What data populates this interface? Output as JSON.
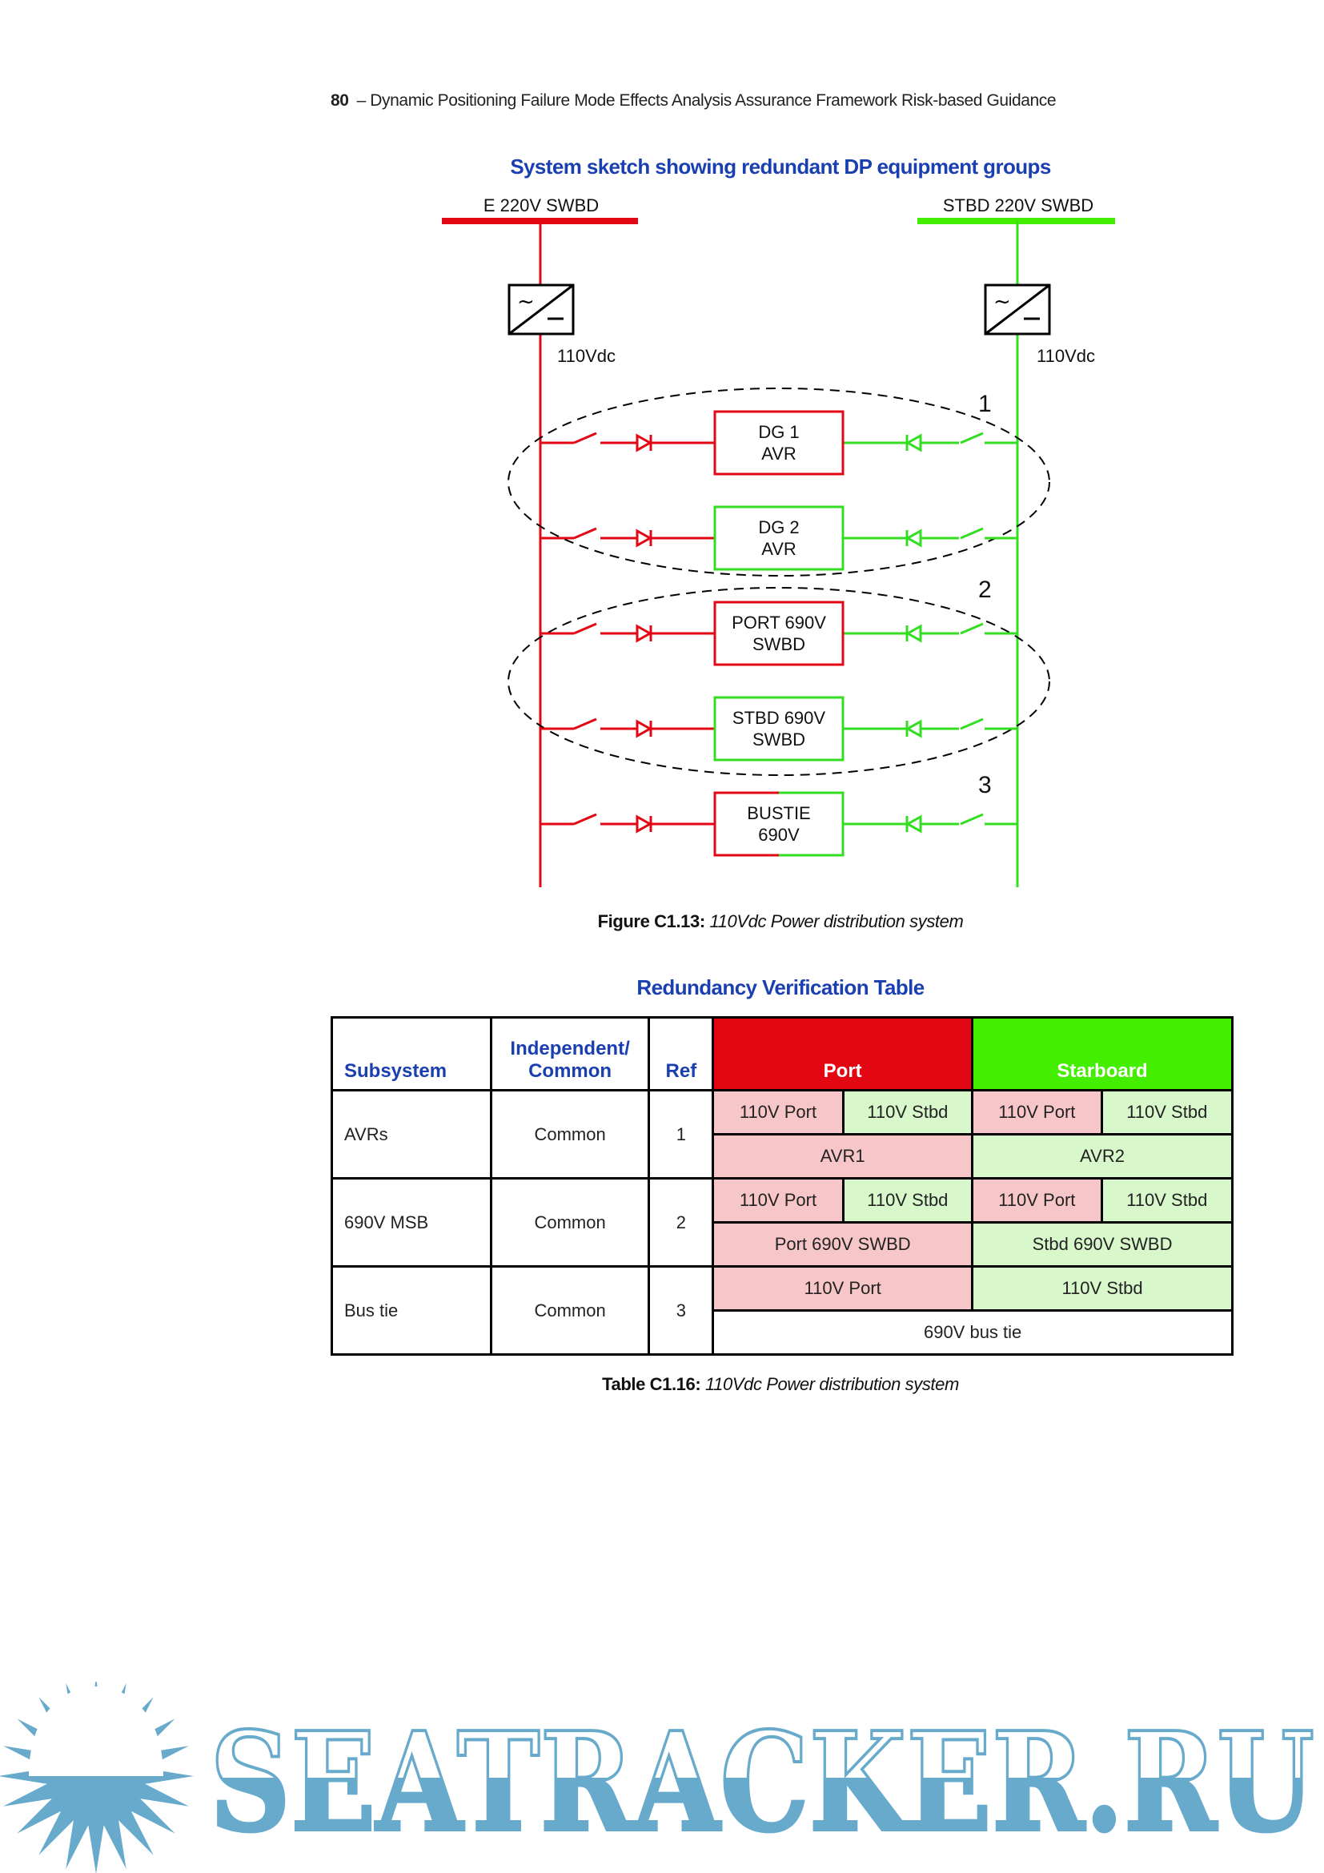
{
  "header": {
    "page_number": "80",
    "separator": "–",
    "title": "Dynamic Positioning Failure Mode Effects Analysis Assurance Framework Risk-based Guidance"
  },
  "figure": {
    "title": "System sketch showing redundant DP equipment groups",
    "left_bus": "E 220V SWBD",
    "right_bus": "STBD 220V SWBD",
    "left_dc": "110Vdc",
    "right_dc": "110Vdc",
    "colors": {
      "port": "#e30613",
      "stbd": "#33dd22"
    },
    "boxes": [
      {
        "line1": "DG 1",
        "line2": "AVR",
        "color": "port"
      },
      {
        "line1": "DG 2",
        "line2": "AVR",
        "color": "stbd"
      },
      {
        "line1": "PORT 690V",
        "line2": "SWBD",
        "color": "port"
      },
      {
        "line1": "STBD 690V",
        "line2": "SWBD",
        "color": "stbd"
      },
      {
        "line1": "BUSTIE",
        "line2": "690V",
        "color": "split"
      }
    ],
    "group_labels": [
      "1",
      "2",
      "3"
    ],
    "caption_label": "Figure C1.13:",
    "caption_text": "110Vdc Power distribution system"
  },
  "table": {
    "title": "Redundancy Verification Table",
    "headers": {
      "subsystem": "Subsystem",
      "independent": "Independent/",
      "common": "Common",
      "ref": "Ref",
      "port": "Port",
      "starboard": "Starboard"
    },
    "rows": [
      {
        "subsystem": "AVRs",
        "type": "Common",
        "ref": "1",
        "supplies": [
          "110V Port",
          "110V Stbd",
          "110V Port",
          "110V Stbd"
        ],
        "port": "AVR1",
        "stbd": "AVR2"
      },
      {
        "subsystem": "690V MSB",
        "type": "Common",
        "ref": "2",
        "supplies": [
          "110V Port",
          "110V Stbd",
          "110V Port",
          "110V Stbd"
        ],
        "port": "Port 690V SWBD",
        "stbd": "Stbd 690V SWBD"
      },
      {
        "subsystem": "Bus tie",
        "type": "Common",
        "ref": "3",
        "port_supply": "110V Port",
        "stbd_supply": "110V Stbd",
        "shared": "690V bus tie"
      }
    ],
    "caption_label": "Table C1.16:",
    "caption_text": "110Vdc Power distribution system"
  },
  "watermark": {
    "text": "SEATRACKER.RU",
    "color": "#67aacb"
  }
}
